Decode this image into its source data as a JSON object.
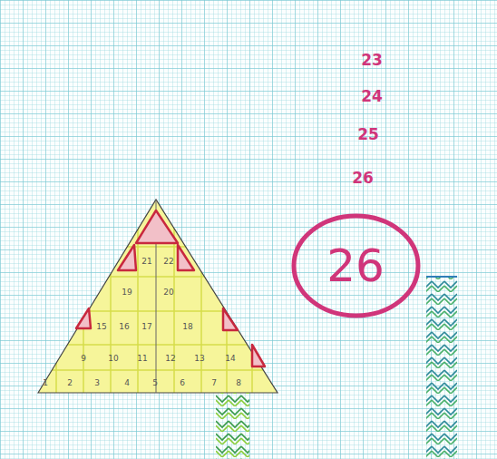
{
  "diagram": {
    "nodes": [
      {
        "text": [
          "26"
        ]
      }
    ],
    "labels": [
      "1",
      "2",
      "3",
      "4",
      "5",
      "6",
      "7",
      "8",
      "9",
      "10",
      "11",
      "12",
      "13",
      "14",
      "15",
      "16",
      "17",
      "18",
      "19",
      "20",
      "21",
      "22",
      "23",
      "24",
      "25",
      "26"
    ]
  }
}
